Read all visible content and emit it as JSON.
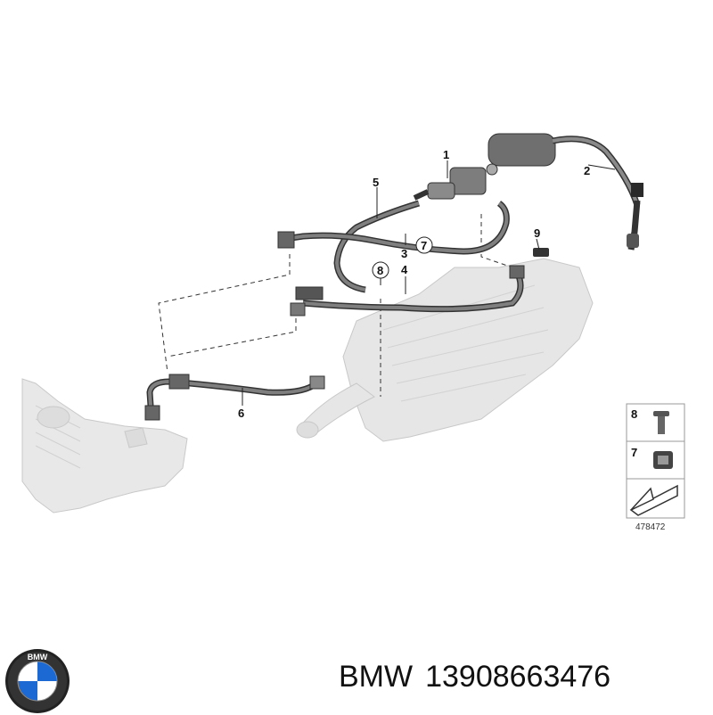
{
  "diagram": {
    "callouts": [
      {
        "id": "c1",
        "label": "1"
      },
      {
        "id": "c2",
        "label": "2"
      },
      {
        "id": "c3",
        "label": "3"
      },
      {
        "id": "c4",
        "label": "4"
      },
      {
        "id": "c5",
        "label": "5"
      },
      {
        "id": "c6",
        "label": "6"
      },
      {
        "id": "c7",
        "label": "7"
      },
      {
        "id": "c8",
        "label": "8"
      },
      {
        "id": "c9",
        "label": "9"
      }
    ],
    "legend": {
      "items": [
        {
          "label": "8"
        },
        {
          "label": "7"
        }
      ],
      "figure_number": "478472"
    }
  },
  "footer": {
    "brand": "BMW",
    "part_number": "13908663476",
    "logo_text": "BMW"
  }
}
